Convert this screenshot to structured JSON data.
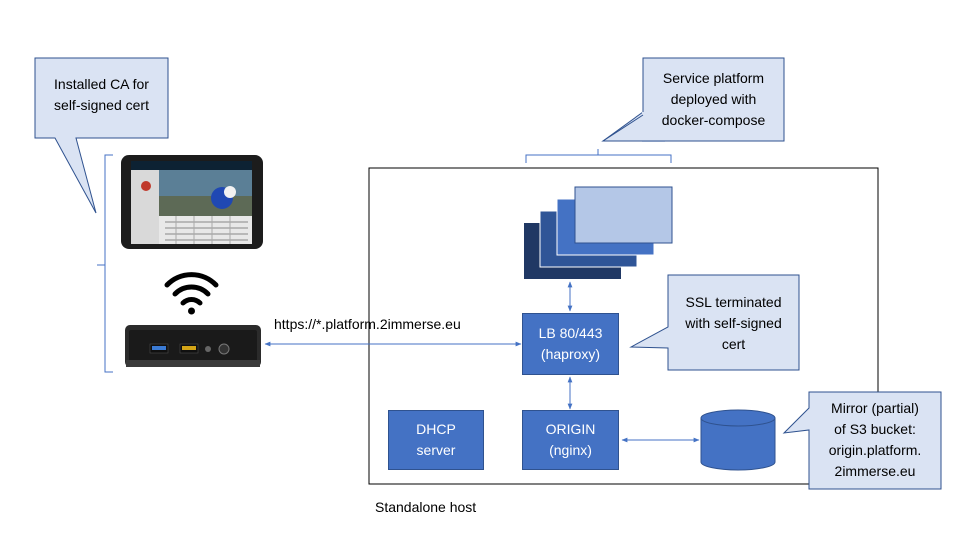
{
  "callouts": {
    "installed_ca": [
      "Installed CA for",
      "self-signed cert"
    ],
    "service_platform": [
      "Service platform",
      "deployed with",
      "docker-compose"
    ],
    "ssl_terminated": [
      "SSL terminated",
      "with self-signed",
      "cert"
    ],
    "mirror": [
      "Mirror (partial)",
      "of S3 bucket:",
      "origin.platform.",
      "2immerse.eu"
    ]
  },
  "boxes": {
    "lb": [
      "LB 80/443",
      "(haproxy)"
    ],
    "origin": [
      "ORIGIN",
      "(nginx)"
    ],
    "dhcp": [
      "DHCP",
      "server"
    ]
  },
  "labels": {
    "url": "https://*.platform.2immerse.eu",
    "host": "Standalone host"
  },
  "colors": {
    "callout_fill": "#dae3f3",
    "callout_stroke": "#2f528f",
    "box_fill": "#4472c4",
    "arrow": "#4472c4",
    "stack_dark": "#203864",
    "stack_mid": "#2f5597",
    "stack_light1": "#4472c4",
    "stack_light2": "#8faadc",
    "stack_light3": "#b4c7e7"
  },
  "icons": [
    "tablet-icon",
    "wifi-icon",
    "mini-pc-icon",
    "cylinder-storage-icon"
  ]
}
